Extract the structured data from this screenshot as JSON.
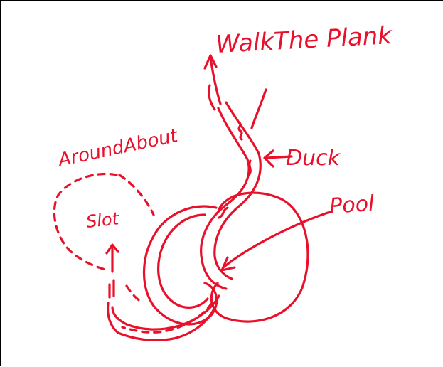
{
  "labels": {
    "walk_the_plank": "WalkThe Plank",
    "around_about": "AroundAbout",
    "duck": "Duck",
    "pool": "Pool",
    "slot": "Slot"
  },
  "colors": {
    "ink": "#e8102a",
    "frame": "#000000",
    "background": "#ffffff"
  }
}
